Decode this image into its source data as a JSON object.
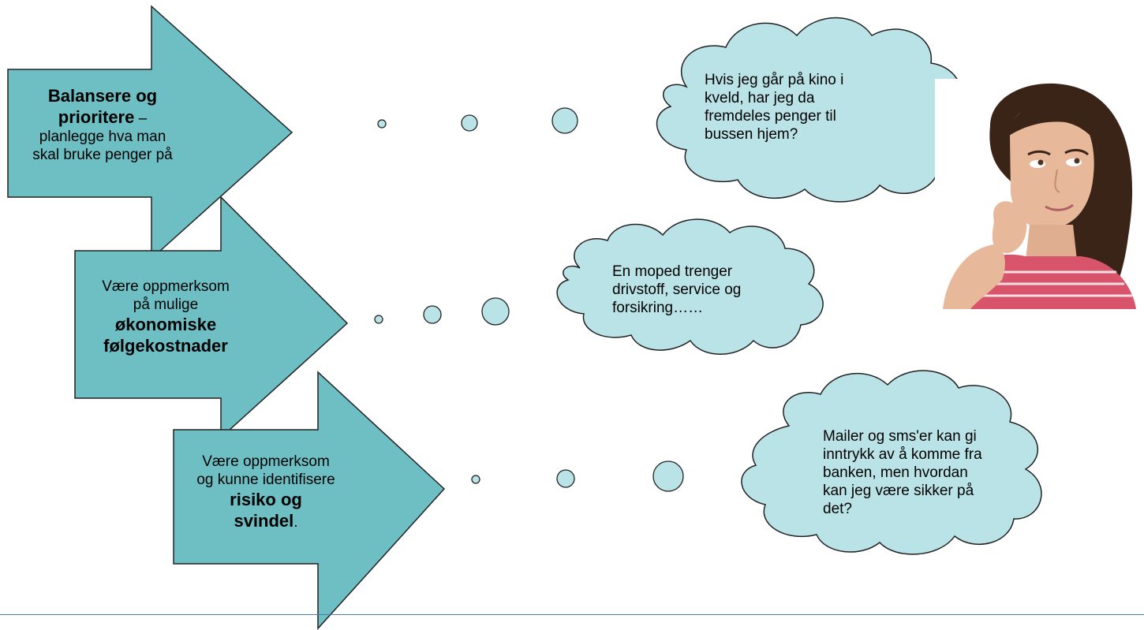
{
  "colors": {
    "arrow_fill": "#6ebfc4",
    "arrow_stroke": "#222222",
    "cloud_fill": "#b9e3e6",
    "cloud_stroke": "#222222",
    "bottom_rule": "#4a7eb0"
  },
  "arrows": [
    {
      "line1_bold": "Balansere og",
      "line2_bold": "prioritere",
      "line2_tail": " –",
      "line3": "planlegge hva man",
      "line4": "skal bruke penger på"
    },
    {
      "line1": "Være oppmerksom",
      "line2": "på mulige",
      "line3_bold": "økonomiske",
      "line4_bold": "følgekostnader"
    },
    {
      "line1": "Være oppmerksom",
      "line2": "og kunne identifisere",
      "line3_bold": "risiko og",
      "line4_bold": "svindel",
      "line4_tail": "."
    }
  ],
  "thoughts": [
    {
      "text": "Hvis jeg går på kino i\nkveld, har jeg da\nfremdeles penger til\nbussen hjem?"
    },
    {
      "text": "En moped trenger\ndrivstoff, service og\nforsikring……"
    },
    {
      "text": "Mailer og sms'er kan gi\ninntrykk av å komme fra\nbanken, men hvordan\nkan jeg være sikker på\ndet?"
    }
  ],
  "photo": {
    "subject": "thinking-woman-photo"
  }
}
